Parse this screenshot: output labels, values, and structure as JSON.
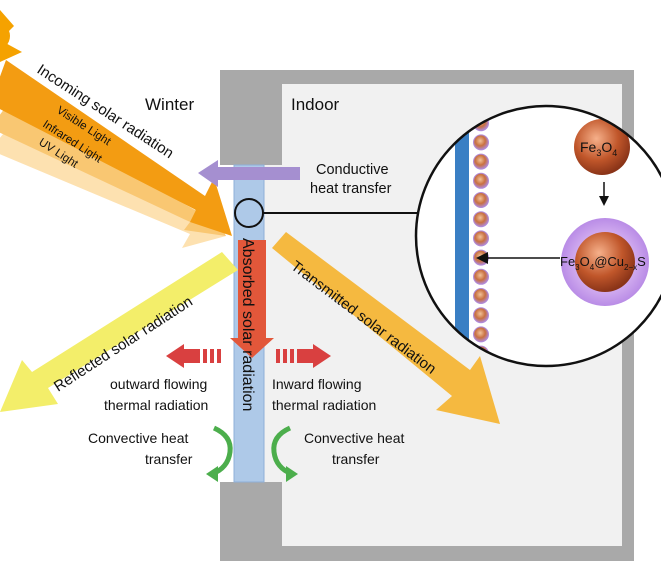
{
  "labels": {
    "season": "Winter",
    "indoor": "Indoor",
    "incoming": "Incoming solar radiation",
    "visible": "Visible Light",
    "infrared": "Infrared Light",
    "uv": "UV Light",
    "conductive_line1": "Conductive",
    "conductive_line2": "heat transfer",
    "absorbed": "Absorbed solar radiation",
    "transmitted": "Transmitted solar radiation",
    "reflected": "Reflected solar radiation",
    "outward_line1": "outward flowing",
    "outward_line2": "thermal radiation",
    "inward_line1": "Inward flowing",
    "inward_line2": "thermal radiation",
    "convective_left_line1": "Convective heat",
    "convective_left_line2": "transfer",
    "convective_right_line1": "Convective heat",
    "convective_right_line2": "transfer"
  },
  "inset": {
    "particle_core": {
      "base": "Fe",
      "sub1": "3",
      "mid": "O",
      "sub2": "4"
    },
    "particle_coated": {
      "base": "Fe",
      "sub1": "3",
      "mid": "O",
      "sub2": "4",
      "tail": "@Cu",
      "sub3": "2−x",
      "end": "S"
    }
  },
  "colors": {
    "sun": "#f5a200",
    "incoming_arrow": "#f39c12",
    "reflected_arrow": "#f3ee6a",
    "transmitted_arrow": "#f5b940",
    "absorbed_arrow": "#e2573a",
    "thermal_arrow": "#d94040",
    "conductive_arrow": "#a58fd0",
    "convective_arrow": "#4cae4c",
    "glass": "#aec9e8",
    "glass_inner": "#3a7fc4",
    "wall": "#a9a9a9",
    "room": "#f1f1f1"
  }
}
